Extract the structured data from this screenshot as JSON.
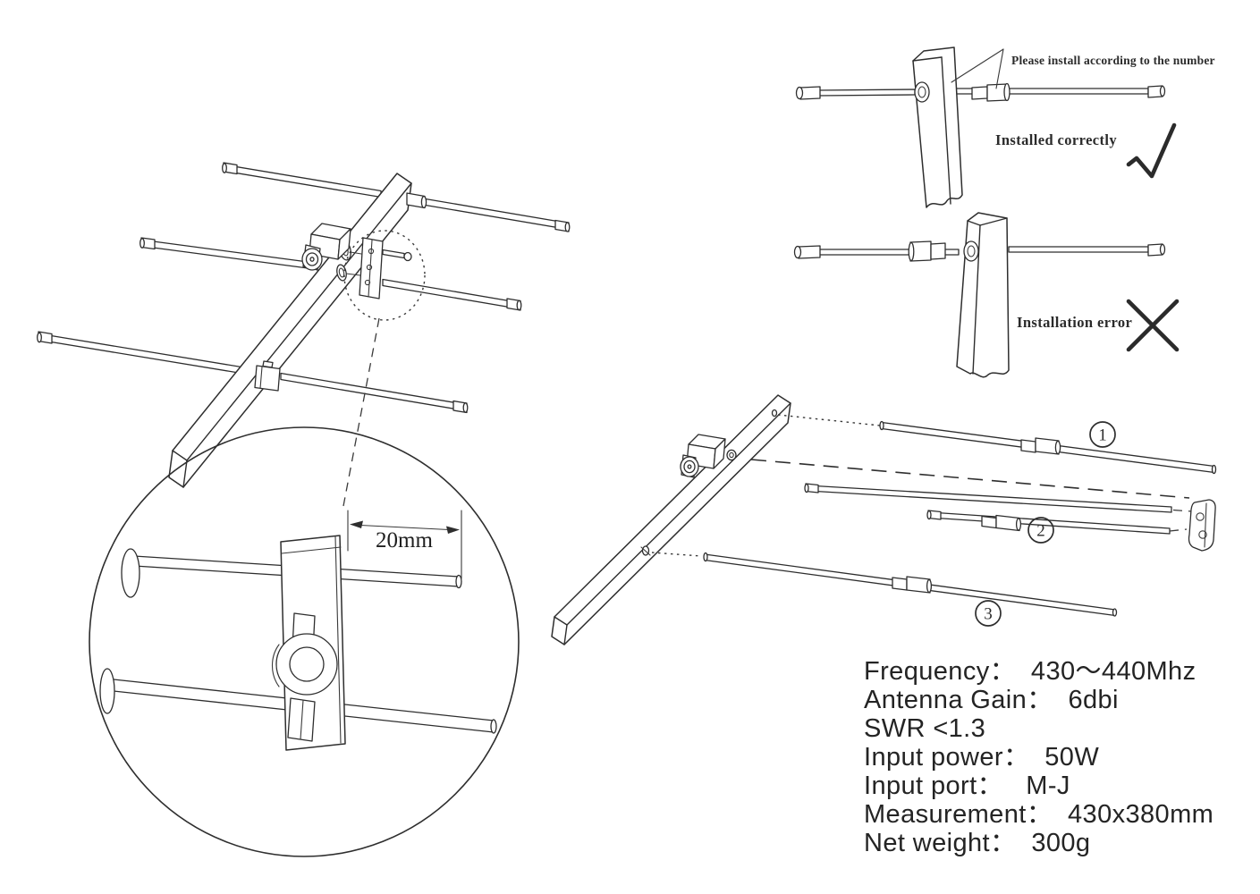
{
  "figure": {
    "install_note": "Please install according to the number",
    "installed_correctly_label": "Installed correctly",
    "installation_error_label": "Installation error",
    "dimension_label": "20mm",
    "part_numbers": [
      "1",
      "2",
      "3"
    ]
  },
  "specs": {
    "lines": [
      "Frequency：  430～440Mhz",
      "Antenna Gain：  6dbi",
      "SWR <1.3",
      "Input power：  50W",
      "Input port：   M-J",
      "Measurement：  430x380mm",
      "Net weight：  300g"
    ]
  },
  "colors": {
    "ink": "#2e2e2e",
    "background": "#ffffff"
  }
}
